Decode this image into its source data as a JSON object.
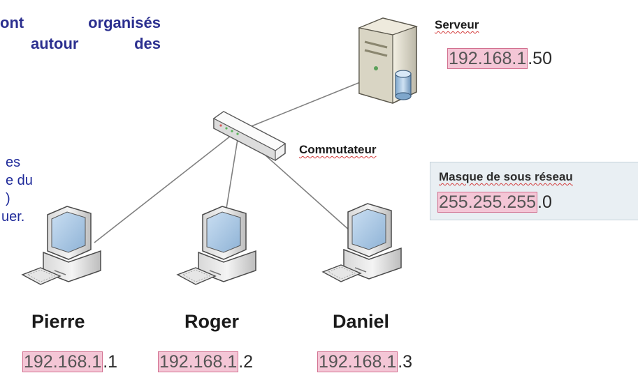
{
  "text_fragments": {
    "line1": "ont     organisés",
    "line2": "autour       des",
    "body_lines": [
      "es",
      "e du",
      ")",
      "uer."
    ]
  },
  "server": {
    "label": "Serveur",
    "ip_network": "192.168.1",
    "ip_host": ".50"
  },
  "switch": {
    "label": "Commutateur"
  },
  "mask": {
    "label": "Masque de sous réseau",
    "network_part": "255.255.255",
    "host_part": ".0"
  },
  "computers": [
    {
      "name": "Pierre",
      "ip_network": "192.168.1",
      "ip_host": ".1"
    },
    {
      "name": "Roger",
      "ip_network": "192.168.1",
      "ip_host": ".2"
    },
    {
      "name": "Daniel",
      "ip_network": "192.168.1",
      "ip_host": ".3"
    }
  ],
  "colors": {
    "title_blue": "#2b2f8f",
    "ip_highlight": "#f4c6d6",
    "mask_box_bg": "#e9eff3"
  }
}
